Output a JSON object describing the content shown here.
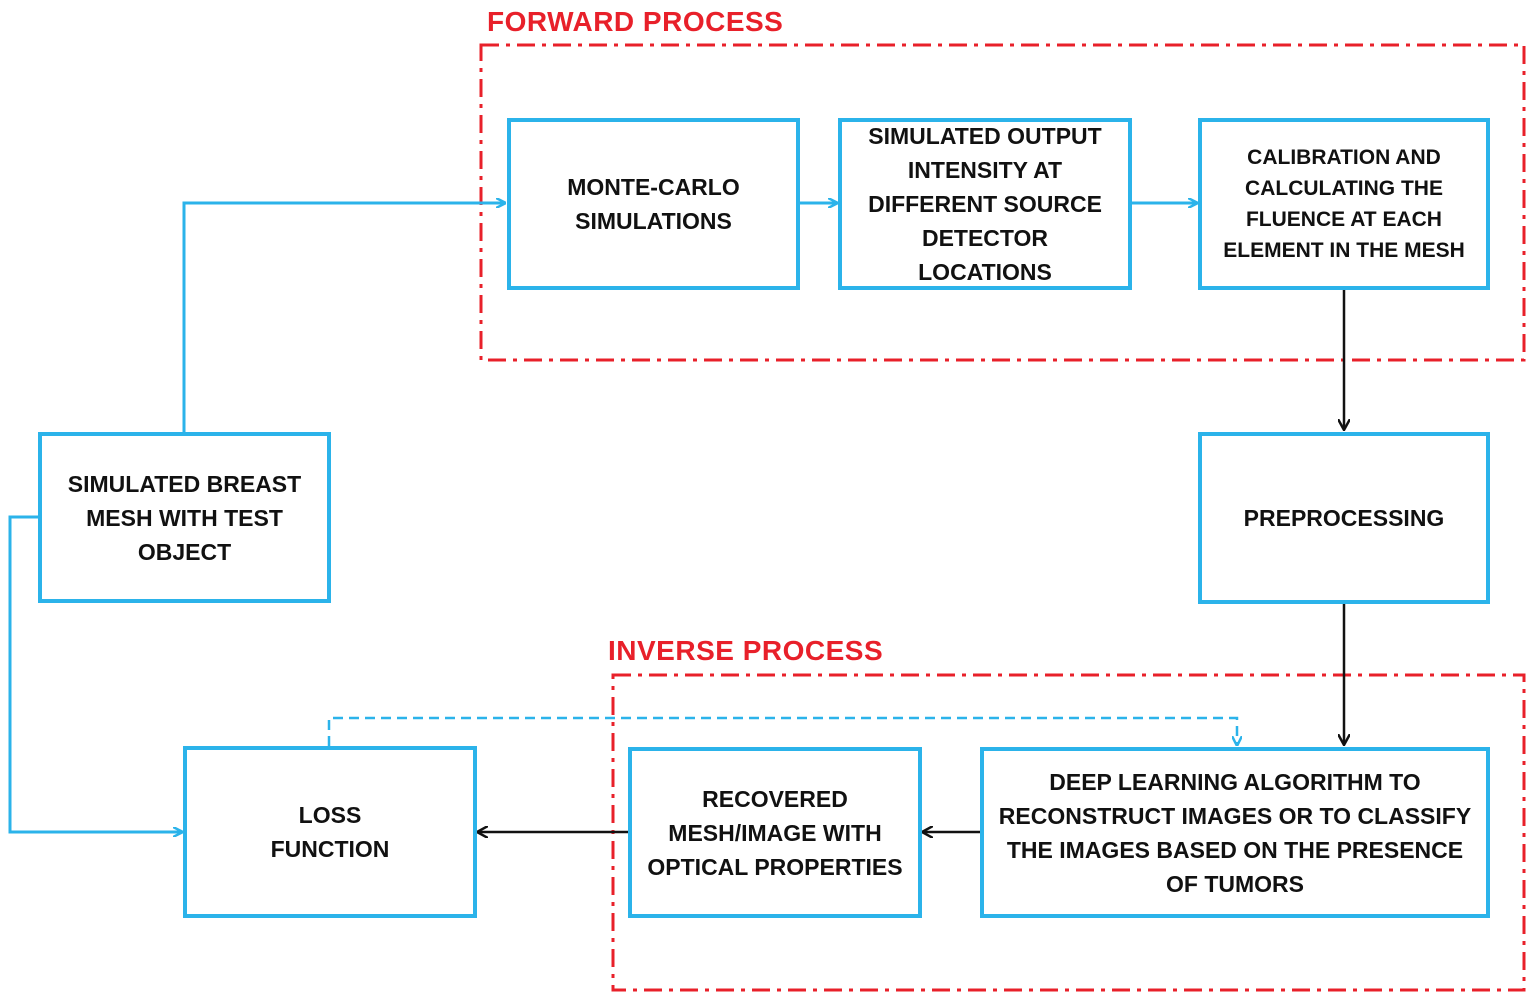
{
  "regions": {
    "forward": {
      "title": "FORWARD PROCESS"
    },
    "inverse": {
      "title": "INVERSE PROCESS"
    }
  },
  "boxes": {
    "breast_mesh": "SIMULATED BREAST\nMESH WITH TEST\nOBJECT",
    "monte_carlo": "MONTE-CARLO\nSIMULATIONS",
    "simulated_output": "SIMULATED OUTPUT\nINTENSITY AT\nDIFFERENT SOURCE\nDETECTOR LOCATIONS",
    "calibration": "CALIBRATION AND\nCALCULATING THE\nFLUENCE AT EACH\nELEMENT IN THE MESH",
    "preprocessing": "PREPROCESSING",
    "deep_learning": "DEEP LEARNING ALGORITHM TO\nRECONSTRUCT IMAGES OR TO CLASSIFY\nTHE IMAGES BASED ON THE PRESENCE\nOF TUMORS",
    "recovered": "RECOVERED\nMESH/IMAGE WITH\nOPTICAL PROPERTIES",
    "loss": "LOSS\nFUNCTION"
  },
  "colors": {
    "box_border": "#2bb3ea",
    "blue_line": "#2bb3ea",
    "black_line": "#111111",
    "region_border": "#e8202a"
  }
}
